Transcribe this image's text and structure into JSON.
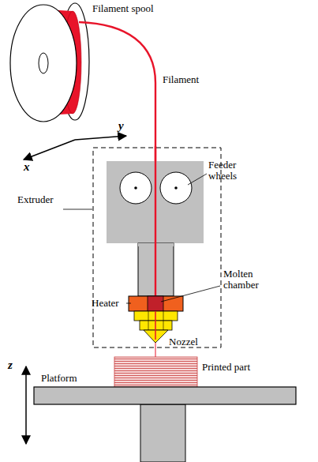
{
  "diagram": {
    "labels": [
      "Filament spool",
      "Filament",
      "y",
      "x",
      "Feeder wheels",
      "Extruder",
      "Heater",
      "Molten chamber",
      "Nozzel",
      "z",
      "Printed part",
      "Platform"
    ]
  }
}
